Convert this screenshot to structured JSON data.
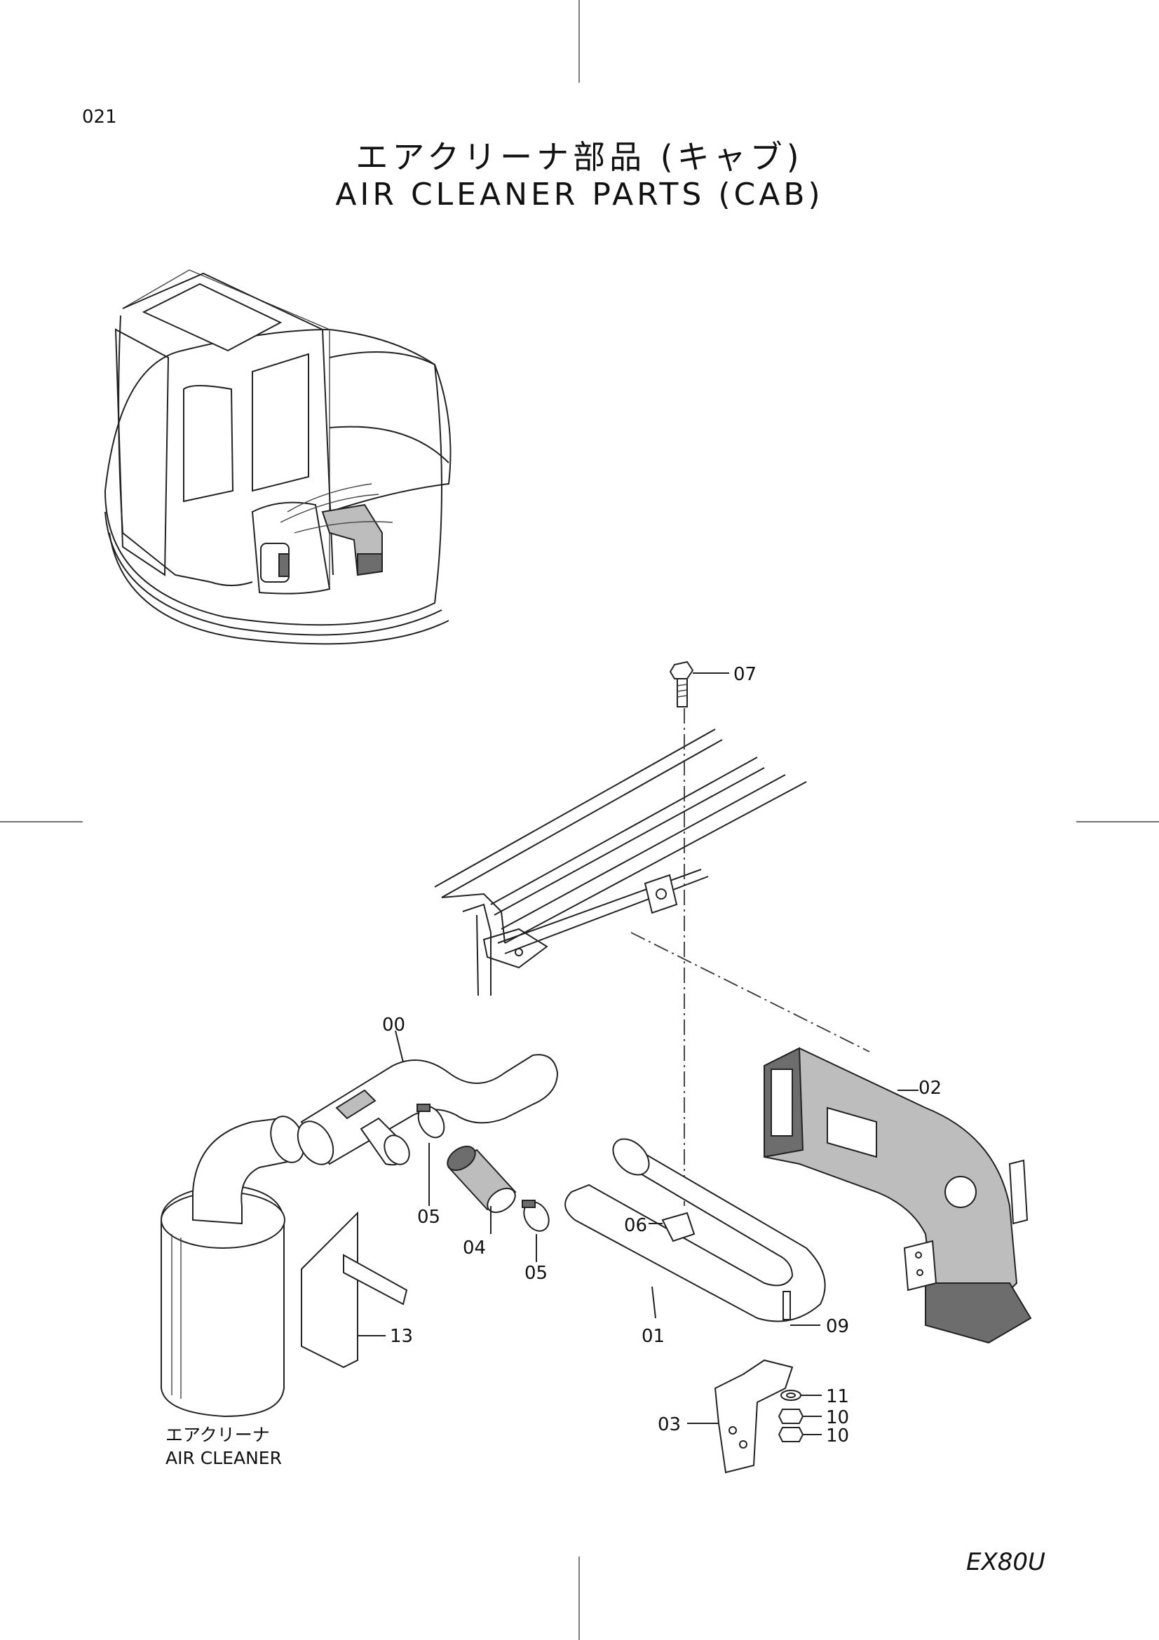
{
  "page_number": "021",
  "title": {
    "ja": "エアクリーナ部品 (キャブ)",
    "en": "AIR CLEANER PARTS (CAB)"
  },
  "model": "EX80U",
  "air_cleaner_label": {
    "ja": "エアクリーナ",
    "en": "AIR CLEANER"
  },
  "callouts": [
    {
      "id": "p07",
      "text": "07"
    },
    {
      "id": "p00",
      "text": "00"
    },
    {
      "id": "p02",
      "text": "02"
    },
    {
      "id": "p05a",
      "text": "05"
    },
    {
      "id": "p04",
      "text": "04"
    },
    {
      "id": "p05b",
      "text": "05"
    },
    {
      "id": "p06",
      "text": "06"
    },
    {
      "id": "p13",
      "text": "13"
    },
    {
      "id": "p01",
      "text": "01"
    },
    {
      "id": "p09",
      "text": "09"
    },
    {
      "id": "p11",
      "text": "11"
    },
    {
      "id": "p03",
      "text": "03"
    },
    {
      "id": "p10a",
      "text": "10"
    },
    {
      "id": "p10b",
      "text": "10"
    }
  ]
}
